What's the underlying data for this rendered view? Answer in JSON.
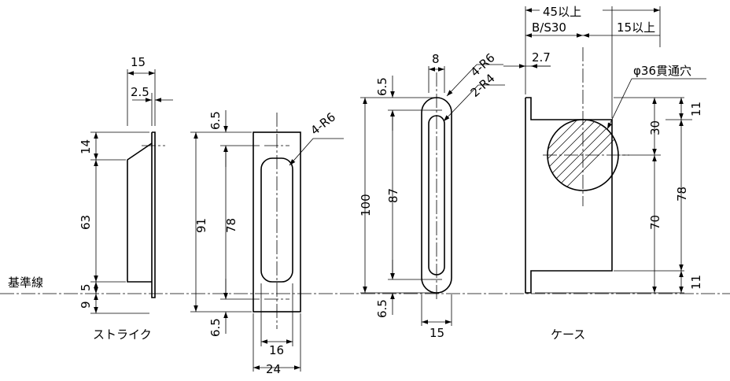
{
  "reference_label": "基準線",
  "views": {
    "strike": {
      "caption": "ストライク",
      "dims": {
        "width": "15",
        "plate": "2.5",
        "top": "14",
        "middle": "63",
        "b1": "5",
        "b2": "9"
      }
    },
    "plate": {
      "dims": {
        "top": "6.5",
        "outer": "91",
        "inner": "78",
        "bottom": "6.5",
        "inner_w": "16",
        "outer_w": "24",
        "radius": "4-R6"
      }
    },
    "face": {
      "dims": {
        "width_top": "8",
        "top": "6.5",
        "outer": "100",
        "inner": "87",
        "bottom": "6.5",
        "width": "15",
        "radius_outer": "4-R6",
        "radius_inner": "2-R4"
      }
    },
    "case": {
      "caption": "ケース",
      "dims": {
        "overall": "45以上",
        "backset": "B/S30",
        "right": "15以上",
        "plate": "2.7",
        "hole": "φ36貫通穴",
        "upper": "30",
        "lower": "70",
        "total": "78",
        "top_off": "11",
        "bot_off": "11"
      }
    }
  }
}
